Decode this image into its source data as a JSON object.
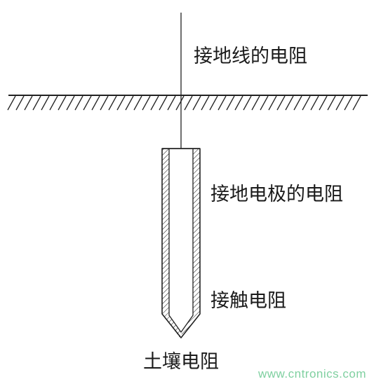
{
  "labels": {
    "ground_wire": "接地线的电阻",
    "electrode": "接地电极的电阻",
    "contact": "接触电阻",
    "soil": "土壤电阻"
  },
  "watermark": "www.cntronics.com",
  "colors": {
    "line": "#222222",
    "text": "#1a1a1a",
    "watermark": "#7fd0a0"
  }
}
